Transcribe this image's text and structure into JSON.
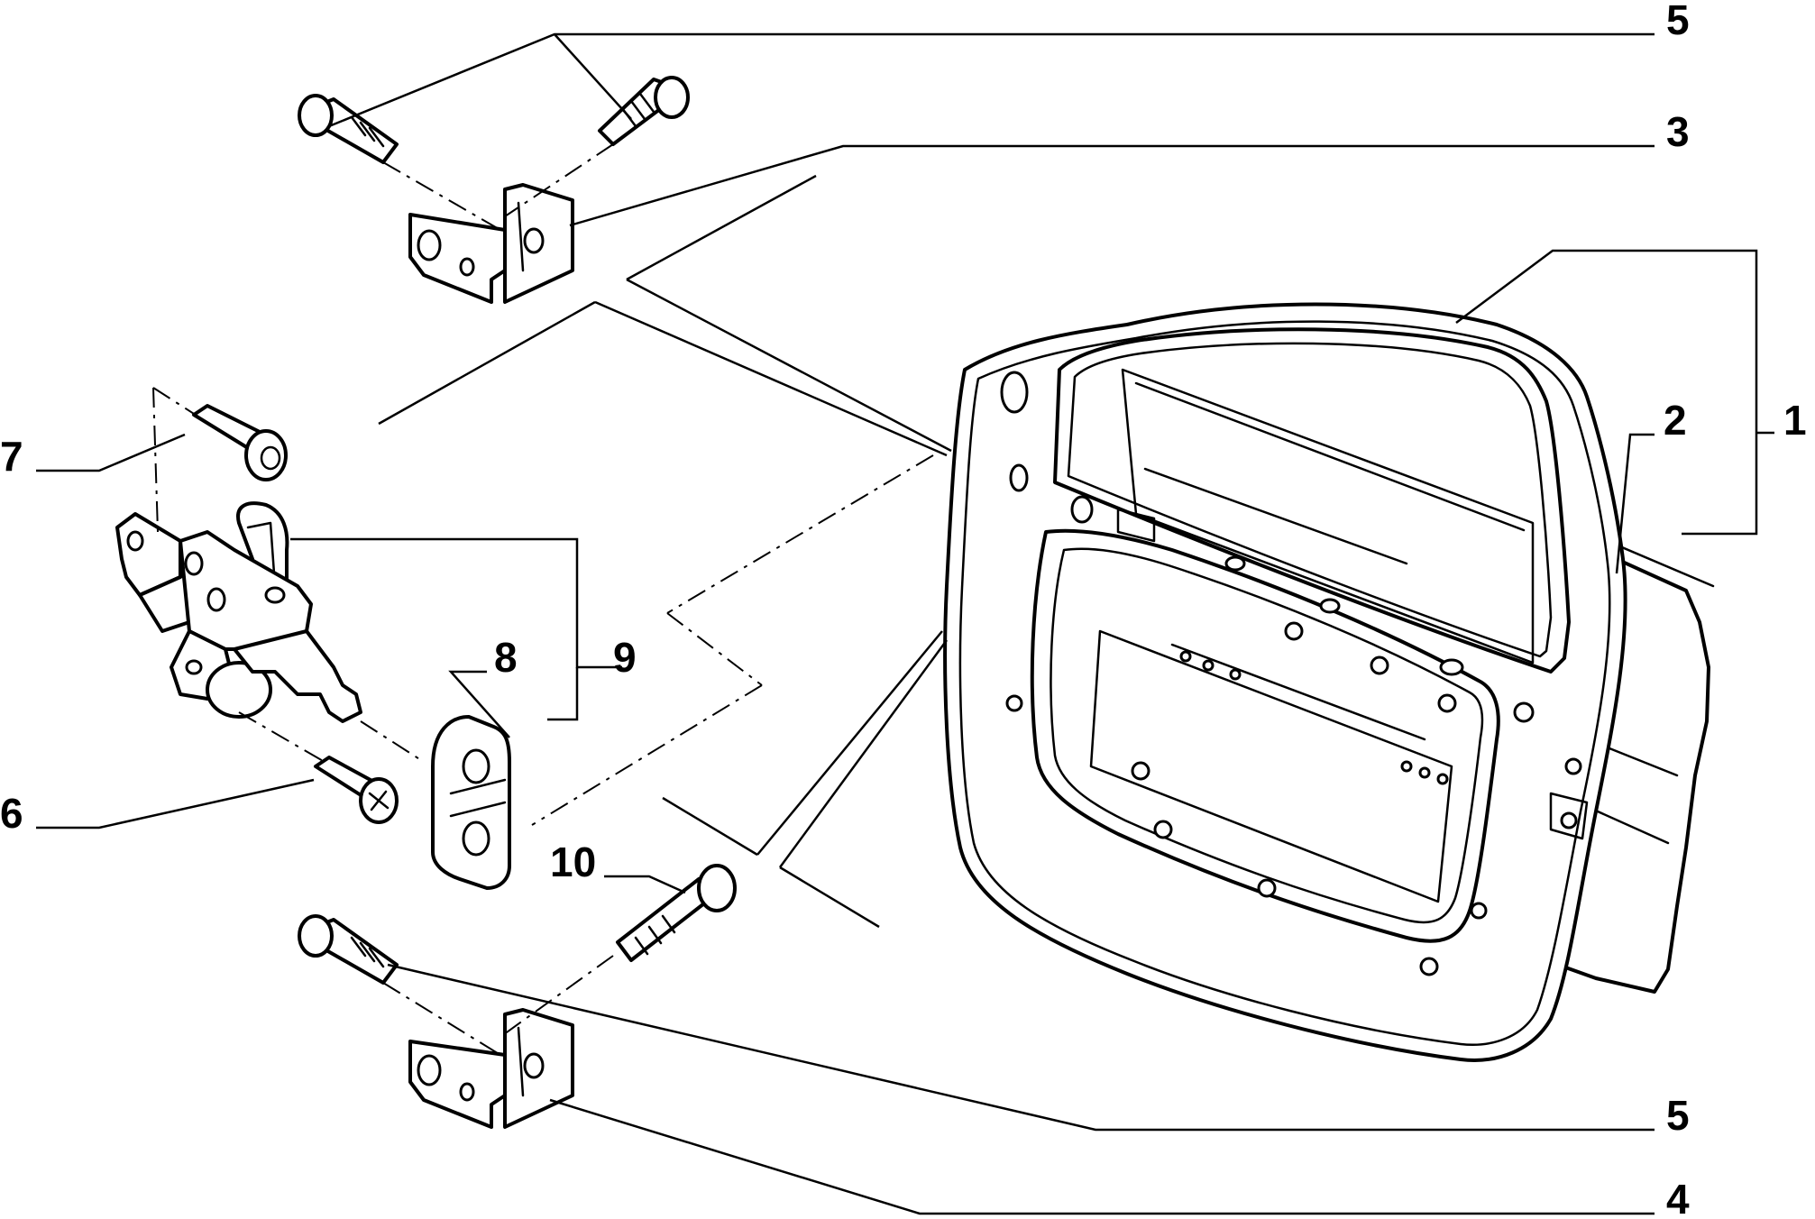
{
  "callouts": [
    {
      "id": "door-assembly",
      "text": "1"
    },
    {
      "id": "door-skin",
      "text": "2"
    },
    {
      "id": "upper-hinge-bracket",
      "text": "3"
    },
    {
      "id": "lower-hinge-bracket",
      "text": "4"
    },
    {
      "id": "bolts-top",
      "text": "5"
    },
    {
      "id": "bolts-bottom",
      "text": "5"
    },
    {
      "id": "screw-6",
      "text": "6"
    },
    {
      "id": "screw-7",
      "text": "7"
    },
    {
      "id": "check-pad",
      "text": "8"
    },
    {
      "id": "door-check",
      "text": "9"
    },
    {
      "id": "bolt-10",
      "text": "10"
    }
  ]
}
